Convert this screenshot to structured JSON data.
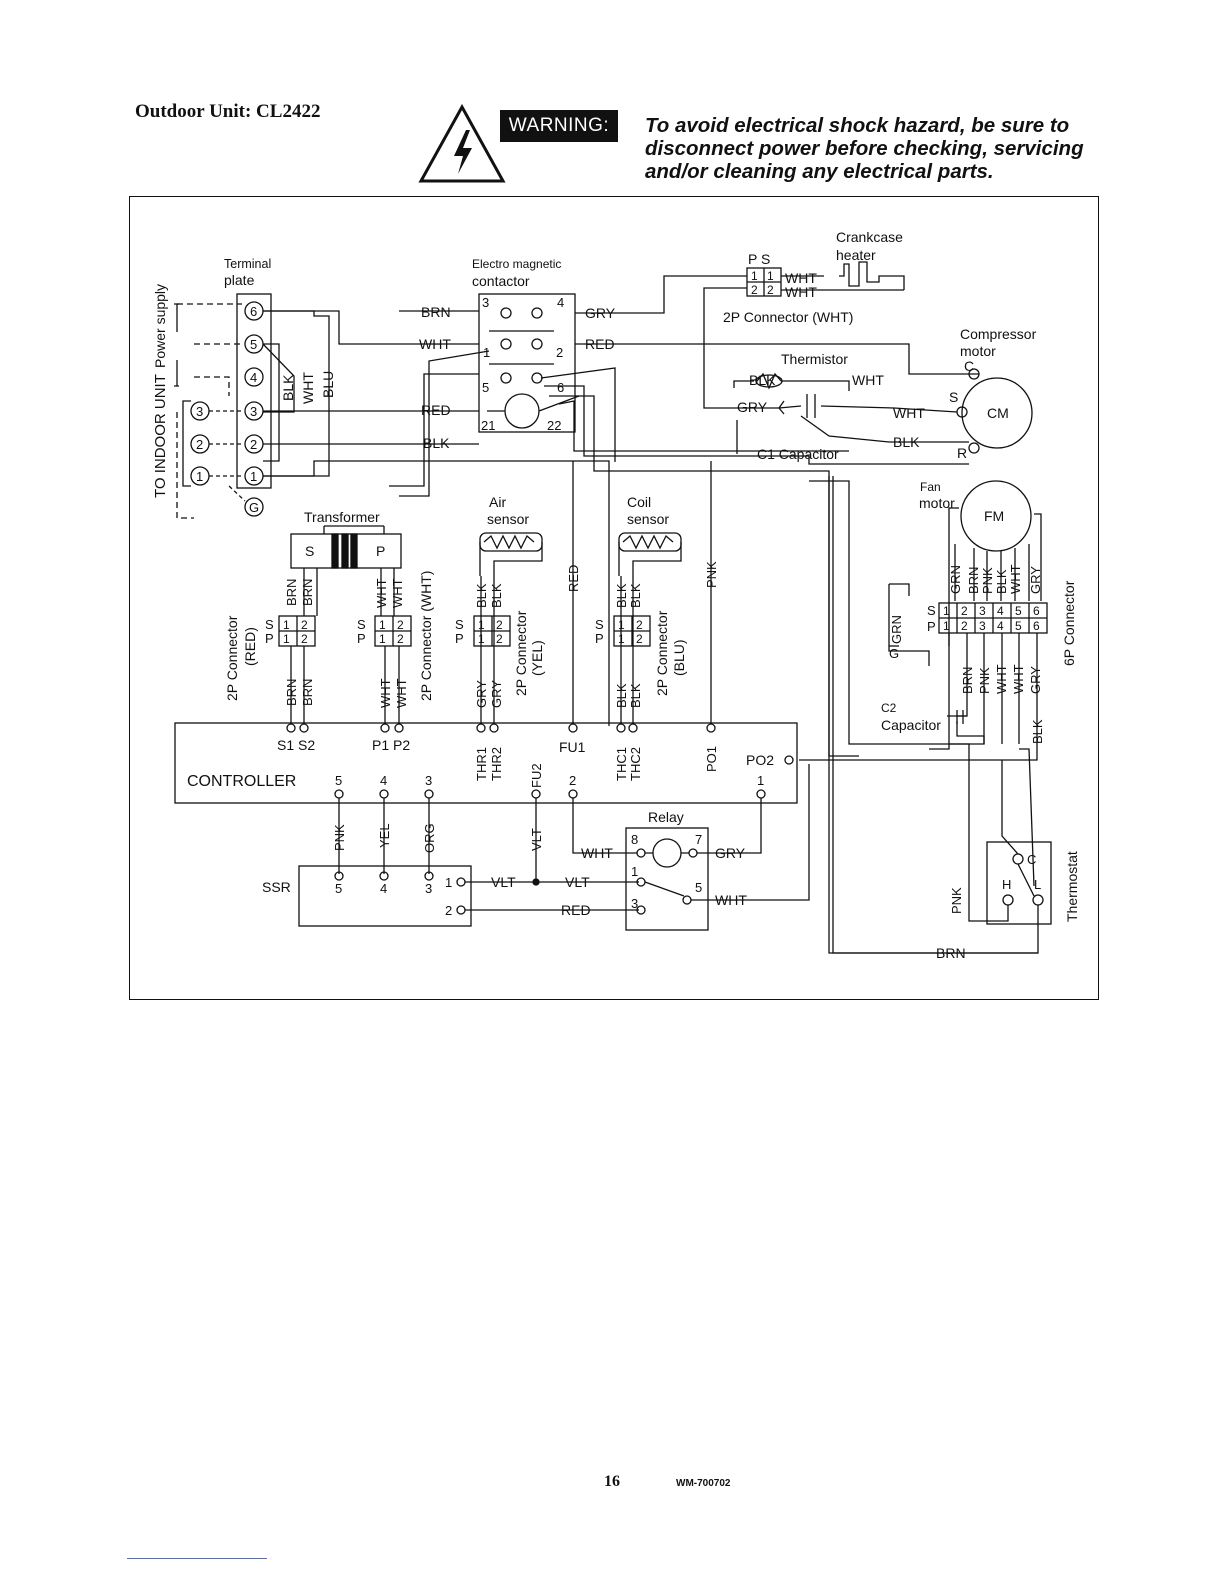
{
  "header": {
    "unit_title": "Outdoor Unit:  CL2422",
    "warning_label": "WARNING:",
    "warning_lines": [
      "To avoid electrical shock hazard, be sure to",
      "disconnect power before checking, servicing",
      "and/or cleaning any electrical parts."
    ]
  },
  "diagram": {
    "terminal_plate": [
      "Terminal",
      "plate"
    ],
    "terminals": [
      "6",
      "5",
      "4",
      "3",
      "2",
      "1",
      "G"
    ],
    "indoor_terminals": [
      "3",
      "2",
      "1"
    ],
    "power_supply": "Power supply",
    "to_indoor_unit": "TO INDOOR UNIT",
    "contactor": [
      "Electro magnetic",
      "contactor"
    ],
    "contactor_pins": [
      "3",
      "4",
      "1",
      "2",
      "5",
      "6",
      "21",
      "22"
    ],
    "crankcase": [
      "Crankcase",
      "heater"
    ],
    "ps": "P S",
    "connector_2p_wht": "2P Connector (WHT)",
    "thermistor": "Thermistor",
    "compressor": [
      "Compressor",
      "motor"
    ],
    "cm": "CM",
    "terminal_c": "C",
    "terminal_s": "S",
    "terminal_r": "R",
    "c1_capacitor": "C1 Capacitor",
    "fan_motor": [
      "Fan",
      "motor"
    ],
    "fm": "FM",
    "transformer": "Transformer",
    "s_label": "S",
    "p_label": "P",
    "g_label": "G",
    "air_sensor": [
      "Air",
      "sensor"
    ],
    "coil_sensor": [
      "Coil",
      "sensor"
    ],
    "connector_2p_red": [
      "2P Connector",
      "(RED)"
    ],
    "connector_2p_wht_v": "2P Connector (WHT)",
    "connector_2p_yel": [
      "2P Connector",
      "(YEL)"
    ],
    "connector_2p_blu": [
      "2P Connector",
      "(BLU)"
    ],
    "connector_6p": "6P Connector",
    "pins_12": [
      "1",
      "2"
    ],
    "pins_6": [
      "1",
      "2",
      "3",
      "4",
      "5",
      "6"
    ],
    "c2_capacitor": [
      "C2",
      "Capacitor"
    ],
    "controller": "CONTROLLER",
    "controller_terminals": [
      "S1 S2",
      "P1 P2",
      "THR1",
      "THR2",
      "FU1",
      "FU2",
      "THC1",
      "THC2",
      "PO1",
      "PO2"
    ],
    "controller_bottom_pins": [
      "5",
      "4",
      "3",
      "2",
      "1"
    ],
    "ssr": "SSR",
    "ssr_pins": [
      "5",
      "4",
      "3",
      "1",
      "2"
    ],
    "relay": "Relay",
    "relay_pins": [
      "8",
      "7",
      "1",
      "5",
      "3"
    ],
    "thermostat": "Thermostat",
    "thermostat_terminals": [
      "C",
      "H",
      "L"
    ],
    "wires": {
      "brn": "BRN",
      "wht": "WHT",
      "gry": "GRY",
      "red": "RED",
      "blk": "BLK",
      "blu": "BLU",
      "pnk": "PNK",
      "grn": "GRN",
      "yel": "YEL",
      "org": "ORG",
      "vlt": "VLT"
    }
  },
  "footer": {
    "page_number": "16",
    "doc_code": "WM-700702"
  }
}
